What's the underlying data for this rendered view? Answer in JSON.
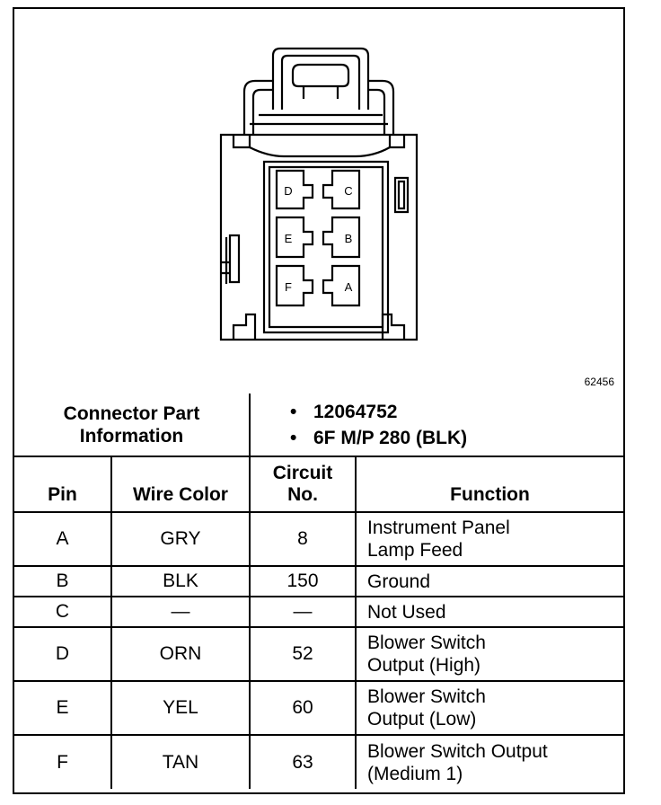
{
  "figure": {
    "id": "62456",
    "pins": [
      {
        "letter": "D"
      },
      {
        "letter": "C"
      },
      {
        "letter": "E"
      },
      {
        "letter": "B"
      },
      {
        "letter": "F"
      },
      {
        "letter": "A"
      }
    ]
  },
  "part_info": {
    "label_line1": "Connector Part",
    "label_line2": "Information",
    "items": [
      "12064752",
      "6F M/P 280 (BLK)"
    ]
  },
  "headers": {
    "pin": "Pin",
    "wire_color": "Wire Color",
    "circuit_line1": "Circuit",
    "circuit_line2": "No.",
    "function": "Function"
  },
  "rows": [
    {
      "pin": "A",
      "wire": "GRY",
      "circuit": "8",
      "function_line1": "Instrument Panel",
      "function_line2": "Lamp Feed"
    },
    {
      "pin": "B",
      "wire": "BLK",
      "circuit": "150",
      "function_line1": "Ground",
      "function_line2": ""
    },
    {
      "pin": "C",
      "wire": "—",
      "circuit": "—",
      "function_line1": "Not Used",
      "function_line2": ""
    },
    {
      "pin": "D",
      "wire": "ORN",
      "circuit": "52",
      "function_line1": "Blower Switch",
      "function_line2": "Output (High)"
    },
    {
      "pin": "E",
      "wire": "YEL",
      "circuit": "60",
      "function_line1": "Blower Switch",
      "function_line2": "Output (Low)"
    },
    {
      "pin": "F",
      "wire": "TAN",
      "circuit": "63",
      "function_line1": "Blower Switch Output",
      "function_line2": "(Medium 1)"
    }
  ]
}
